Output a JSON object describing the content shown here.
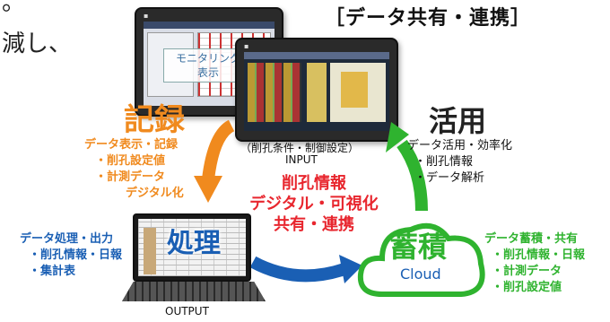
{
  "fragments": {
    "top": "。",
    "left": "減し、"
  },
  "header": {
    "title": "［データ共有・連携］"
  },
  "monitor_label": {
    "line1": "モニタリング",
    "line2": "表示"
  },
  "input": {
    "conditions": "（削孔条件・制御設定）",
    "label": "INPUT"
  },
  "record": {
    "title": "記録",
    "items": [
      "データ表示・記録",
      "・削孔設定値",
      "・計測データ",
      "デジタル化"
    ]
  },
  "utilize": {
    "title": "活用",
    "items": [
      "データ活用・効率化",
      "・削孔情報",
      "・データ解析"
    ]
  },
  "center": {
    "lines": [
      "削孔情報",
      "デジタル・可視化",
      "共有・連携"
    ]
  },
  "process": {
    "title": "処理",
    "items": [
      "データ処理・出力",
      "・削孔情報・日報",
      "・集計表"
    ],
    "output_label": "OUTPUT"
  },
  "store": {
    "title": "蓄積",
    "cloud_label": "Cloud",
    "items": [
      "データ蓄積・共有",
      "・削孔情報・日報",
      "・計測データ",
      "・削孔設定値"
    ]
  },
  "colors": {
    "orange": "#f08a1e",
    "green": "#2fb32f",
    "blue": "#1a5fb4",
    "red": "#e8262e"
  },
  "icons": [
    "tablet-icon",
    "laptop-icon",
    "cloud-icon",
    "curved-arrow-icon"
  ]
}
